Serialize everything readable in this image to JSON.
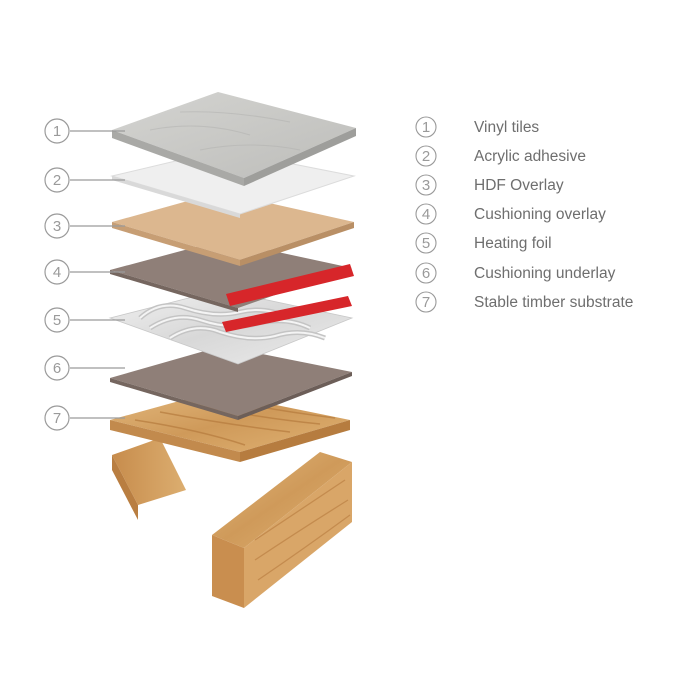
{
  "colors": {
    "tile": "#c9c9c6",
    "adhesive": "#eeeeee",
    "hdf": "#dcb78f",
    "cushion": "#8f7f78",
    "foil": "#e2e2e2",
    "heating_strip": "#d7262a",
    "timber": "#d3a062",
    "callout": "#9a9a9a"
  },
  "layers": [
    {
      "number": "1",
      "label": "Vinyl tiles"
    },
    {
      "number": "2",
      "label": "Acrylic adhesive"
    },
    {
      "number": "3",
      "label": "HDF Overlay"
    },
    {
      "number": "4",
      "label": "Cushioning overlay"
    },
    {
      "number": "5",
      "label": "Heating foil"
    },
    {
      "number": "6",
      "label": "Cushioning underlay"
    },
    {
      "number": "7",
      "label": "Stable timber substrate"
    }
  ]
}
